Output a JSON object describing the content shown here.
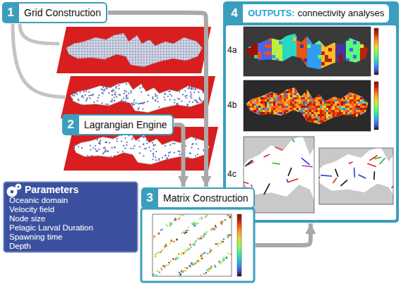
{
  "diagram": {
    "nodes": [
      {
        "text": [
          "1",
          "Grid Construction"
        ]
      },
      {
        "text": [
          "2",
          "Lagrangian Engine"
        ]
      },
      {
        "text": [
          "Parameters",
          "Oceanic domain",
          "Velocity field",
          "Node size",
          "Pelagic Larval Duration",
          "Spawning time",
          "Depth"
        ]
      },
      {
        "text": [
          "3",
          "Matrix Construction"
        ]
      },
      {
        "text": [
          "4",
          "OUTPUTS:",
          "connectivity analyses"
        ]
      }
    ],
    "edges": [
      {
        "from": 0,
        "to": 3,
        "arrow": "to"
      },
      {
        "from": 1,
        "to": 3,
        "arrow": "to"
      },
      {
        "from": 3,
        "to": 4,
        "arrow": "to"
      }
    ],
    "labels": [
      "4a",
      "4b",
      "4c"
    ]
  }
}
